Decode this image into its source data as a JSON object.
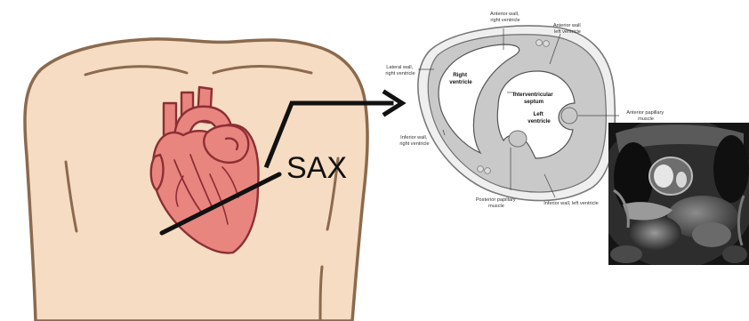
{
  "view_label": "SAX",
  "diagram_labels": {
    "anterior_wall_rv": [
      "Anterior wall,",
      "right ventricle"
    ],
    "anterior_wall_lv": [
      "Anterior wall",
      "left ventricle"
    ],
    "lateral_wall_rv": [
      "Lateral wall,",
      "right ventricle"
    ],
    "right_ventricle": [
      "Right",
      "ventricle"
    ],
    "interventricular_septum": [
      "Interventricular",
      "septum"
    ],
    "left_ventricle": [
      "Left",
      "ventricle"
    ],
    "anterior_papillary_muscle": [
      "Anterior papillary",
      "muscle"
    ],
    "inferior_wall_rv": [
      "Inferior wall,",
      "right ventricle"
    ],
    "posterior_papillary_muscle": [
      "Posterior papillary",
      "muscle"
    ],
    "inferior_wall_lv": "Inferior wall, left ventricle"
  },
  "colors": {
    "skin": "#f6dcc2",
    "skin_outline": "#8b6a4e",
    "heart": "#e9857f",
    "heart_outline": "#8c2f34",
    "myocardium": "#c9c9c9"
  }
}
